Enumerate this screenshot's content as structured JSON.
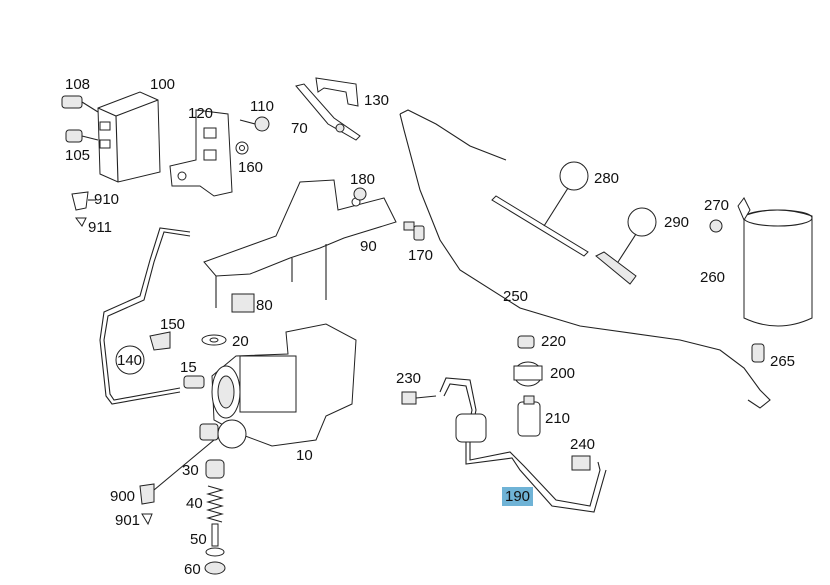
{
  "highlight_color": "#6fb3d6",
  "callouts": {
    "c10": "10",
    "c15": "15",
    "c20": "20",
    "c30": "30",
    "c40": "40",
    "c50": "50",
    "c60": "60",
    "c70": "70",
    "c80": "80",
    "c90": "90",
    "c100": "100",
    "c105": "105",
    "c108": "108",
    "c110": "110",
    "c120": "120",
    "c130": "130",
    "c140": "140",
    "c150": "150",
    "c160": "160",
    "c170": "170",
    "c180": "180",
    "c190": "190",
    "c200": "200",
    "c210": "210",
    "c220": "220",
    "c230": "230",
    "c240": "240",
    "c250": "250",
    "c260": "260",
    "c265": "265",
    "c270": "270",
    "c280": "280",
    "c290": "290",
    "c900": "900",
    "c901": "901",
    "c910": "910",
    "c911": "911"
  }
}
